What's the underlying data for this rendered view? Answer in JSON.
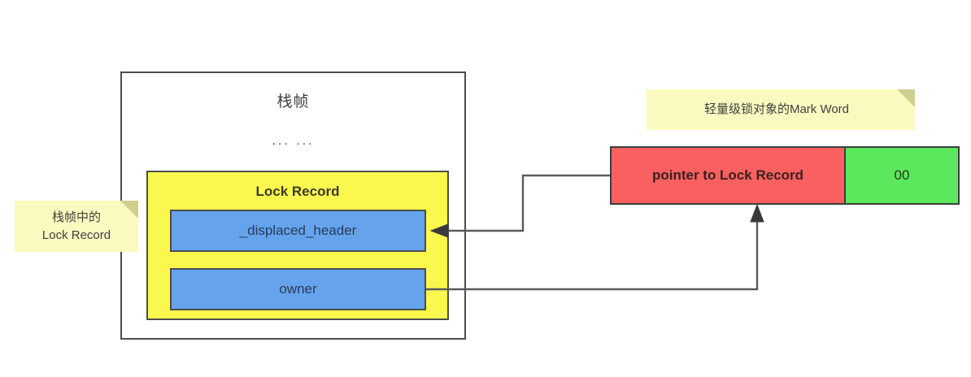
{
  "diagram": {
    "title": "Lightweight Lock / Lock Record diagram",
    "background": "#ffffff"
  },
  "stack_frame": {
    "title": "栈帧",
    "ellipsis": "... ...",
    "border_color": "#4d4d4d"
  },
  "lock_record": {
    "title": "Lock Record",
    "fill": "#FAF84E",
    "fields": [
      {
        "label": "_displaced_header",
        "fill": "#65A3EC"
      },
      {
        "label": "owner",
        "fill": "#65A3EC"
      }
    ]
  },
  "mark_word": {
    "pointer_label": "pointer to Lock Record",
    "bits_label": "00",
    "pointer_fill": "#FA6060",
    "bits_fill": "#5CE85C"
  },
  "notes": [
    {
      "id": "note-markword",
      "text": "轻量级锁对象的Mark Word",
      "fill": "#FAFAC0",
      "fold_color": "#cfcf8e"
    },
    {
      "id": "note-lockrecord",
      "line1": "栈帧中的",
      "line2": "Lock Record",
      "fill": "#FAFAC0",
      "fold_color": "#cfcf8e"
    }
  ],
  "connectors": {
    "stroke": "#5a5a5a",
    "arrow_markword_to_displaced_header": "from left edge of pointer-to-Lock-Record cell, left then down then left into _displaced_header",
    "arrow_owner_to_markword": "from right edge of owner, right then up into bottom of pointer-to-Lock-Record cell"
  }
}
